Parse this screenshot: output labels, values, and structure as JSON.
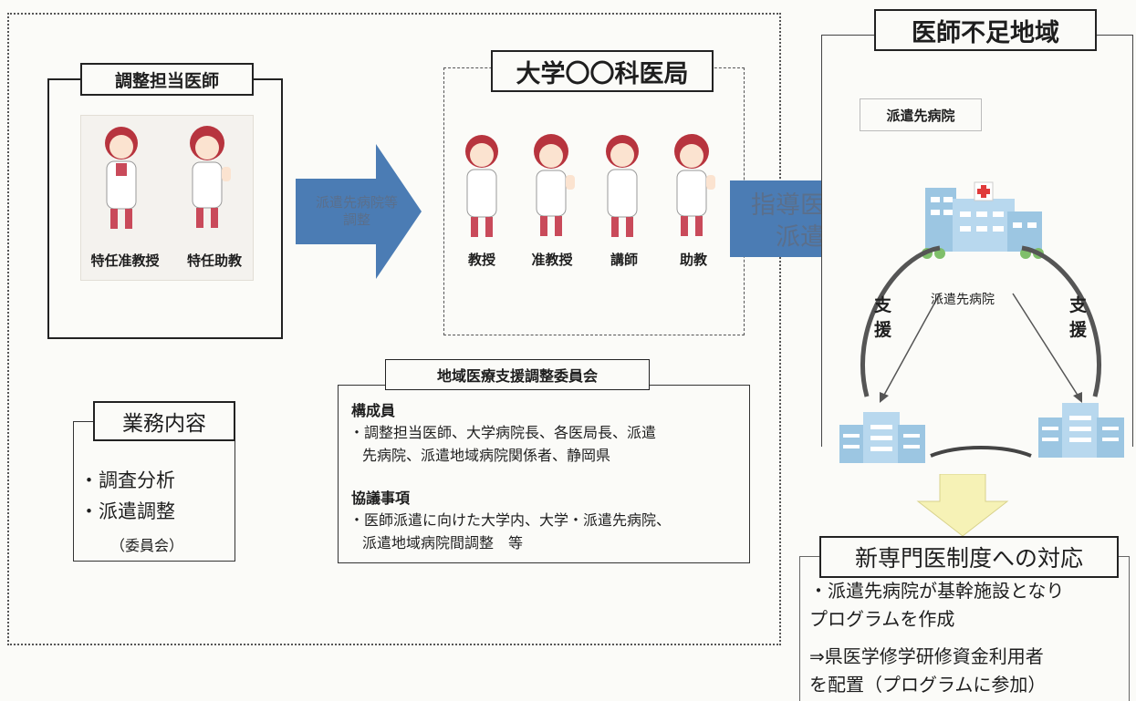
{
  "coordinator": {
    "title": "調整担当医師",
    "doctors": [
      "特任准教授",
      "特任助教"
    ]
  },
  "arrow1": {
    "line1": "派遣先病院等",
    "line2": "調整"
  },
  "university": {
    "title": "大学〇〇科医局",
    "doctors": [
      "教授",
      "准教授",
      "講師",
      "助教"
    ]
  },
  "arrow2": {
    "line1": "指導医等",
    "line2": "派遣"
  },
  "region": {
    "title": "医師不足地域",
    "host_hospital_label": "派遣先病院",
    "center_label": "派遣先病院",
    "support_left": "支\n援",
    "support_right": "支\n援"
  },
  "duties": {
    "title": "業務内容",
    "items": [
      "・調査分析",
      "・派遣調整"
    ],
    "note": "（委員会）"
  },
  "committee": {
    "title": "地域医療支援調整委員会",
    "members_head": "構成員",
    "members_line1": "・調整担当医師、大学病院長、各医局長、派遣",
    "members_line2": "先病院、派遣地域病院関係者、静岡県",
    "agenda_head": "協議事項",
    "agenda_line1": "・医師派遣に向けた大学内、大学・派遣先病院、",
    "agenda_line2": "派遣地域病院間調整　等"
  },
  "new_system": {
    "title": "新専門医制度への対応",
    "line1": "・派遣先病院が基幹施設となり",
    "line2": "プログラムを作成",
    "line3": "⇒県医学修学研修資金利用者",
    "line4": "を配置（プログラムに参加）"
  },
  "colors": {
    "arrow_blue": "#4b7cb4",
    "arrow_text": "#5a6f8c",
    "yellow_arrow": "#f6f2b6",
    "building_blue": "#9cc6e2",
    "hospital_cross": "#e03a3a"
  }
}
